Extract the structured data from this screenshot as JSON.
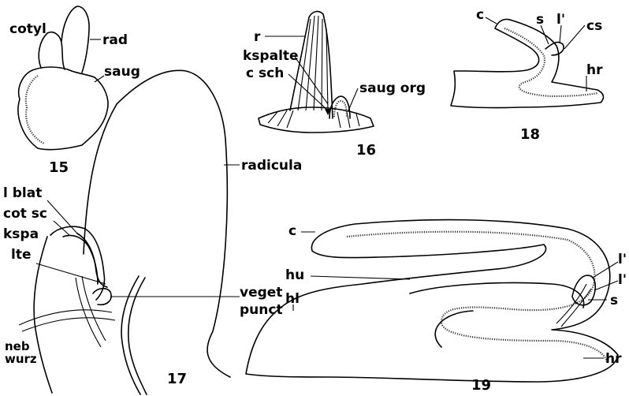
{
  "figures": {
    "fig15": {
      "number": "15",
      "labels": {
        "cotyl": "cotyl",
        "rad": "rad",
        "saug": "saug"
      }
    },
    "fig16": {
      "number": "16",
      "labels": {
        "r": "r",
        "kspalte": "kspalte",
        "csch": "c sch",
        "saugorg": "saug org"
      }
    },
    "fig18": {
      "number": "18",
      "labels": {
        "c": "c",
        "s": "s",
        "lprime": "l'",
        "cs": "cs",
        "hr": "hr"
      }
    },
    "fig17": {
      "number": "17",
      "labels": {
        "radicula": "radicula",
        "lblat": "l blat",
        "cotsc": "cot sc",
        "kspa": "kspa",
        "lte": "lte",
        "veget": "veget",
        "punct": "punct",
        "neb": "neb",
        "wurz": "wurz"
      }
    },
    "fig19": {
      "number": "19",
      "labels": {
        "c": "c",
        "hu": "hu",
        "hl": "hl",
        "lprime1": "l'",
        "lprime2": "l'",
        "s": "s",
        "hr": "hr"
      }
    }
  }
}
